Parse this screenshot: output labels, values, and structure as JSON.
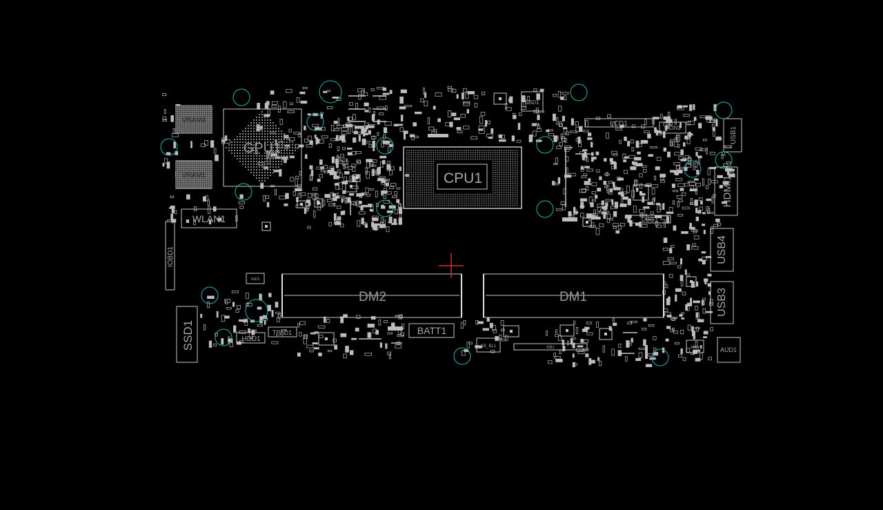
{
  "viewer": {
    "background": "#000000",
    "outline_color": "#c8c8c8",
    "label_color": "#b4b4b4",
    "mount_hole_color": "#2fb3b3",
    "cursor_color": "#d0342c"
  },
  "components": {
    "gpu": "GPU1",
    "cpu": "CPU1",
    "vram4": "VRAM4",
    "vram1": "VRAM1",
    "wlan": "WLAN1",
    "iobd": "IOBD1",
    "ssd": "SSD1",
    "hdd": "HDD1",
    "tpad": "TPAD1",
    "batt": "BATT1",
    "dm2": "DM2",
    "dm1": "DM1",
    "kb_bl": "KB_BL1",
    "kb": "KB1",
    "lcd": "LCD1",
    "dcin": "DCIN1",
    "dbg": "DBG1",
    "usb1": "USB1",
    "hdmi": "HDMI1",
    "usb4": "USB4",
    "usb3": "USB3",
    "aud": "AUD1",
    "sbd": "SBD1",
    "spk": "SPK1",
    "ssd_sub": "SSD1"
  }
}
